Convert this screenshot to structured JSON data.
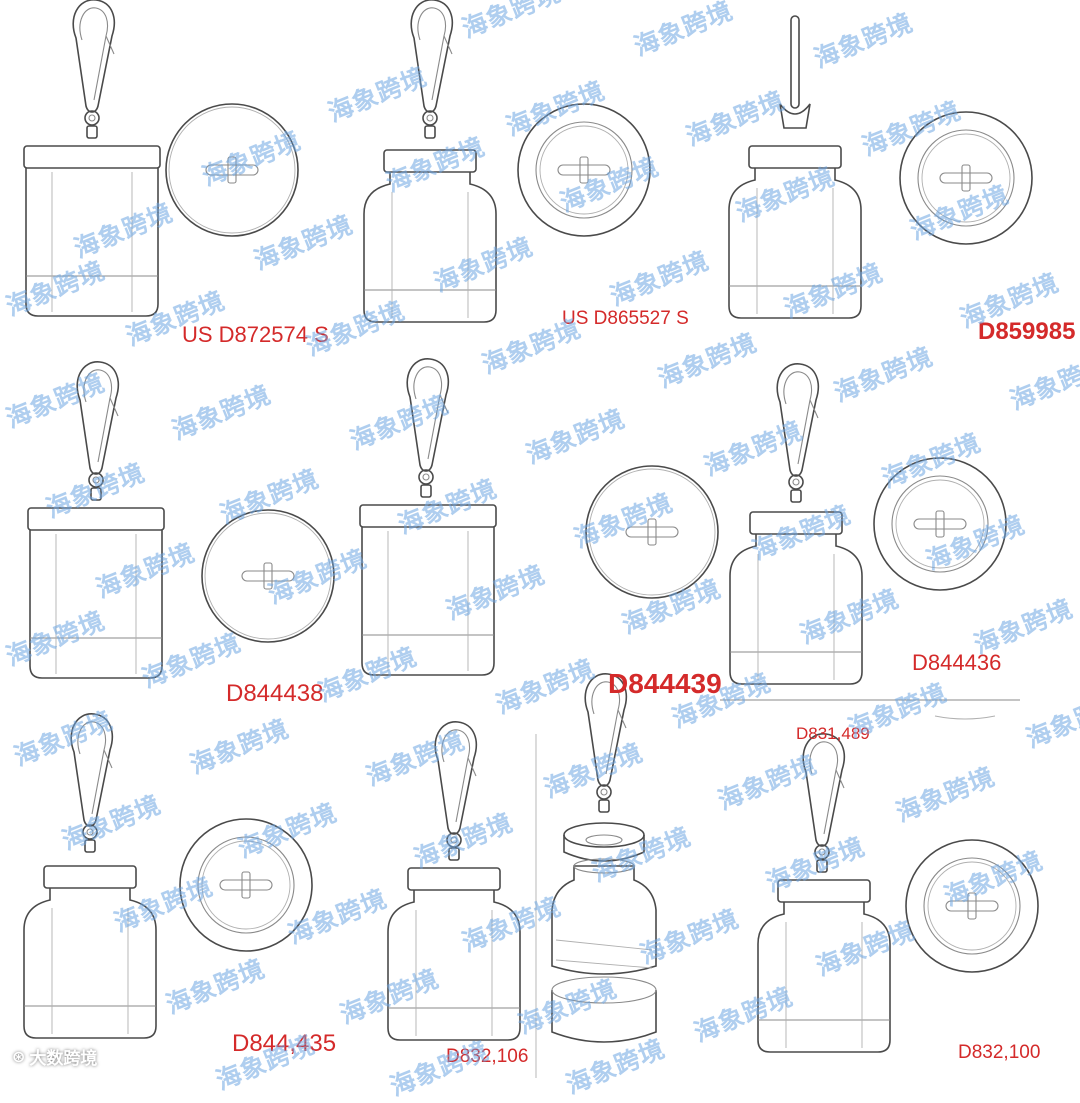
{
  "labels": [
    {
      "text": "US D872574 S",
      "color": "#d42a2a"
    },
    {
      "text": "US D865527 S",
      "color": "#d42a2a"
    },
    {
      "text": "D859985",
      "color": "#d42a2a"
    },
    {
      "text": "D844438",
      "color": "#d42a2a"
    },
    {
      "text": "D844439",
      "color": "#d42a2a"
    },
    {
      "text": "D844436",
      "color": "#d42a2a"
    },
    {
      "text": "D831,489",
      "color": "#d42a2a"
    },
    {
      "text": "D844,435",
      "color": "#d42a2a"
    },
    {
      "text": "D832,106",
      "color": "#d42a2a"
    },
    {
      "text": "D832,100",
      "color": "#d42a2a"
    }
  ],
  "watermark": {
    "text": "海象跨境",
    "color": "#6ea5e1"
  },
  "footer": {
    "icon": "weibo-icon",
    "text": "大数跨境"
  }
}
